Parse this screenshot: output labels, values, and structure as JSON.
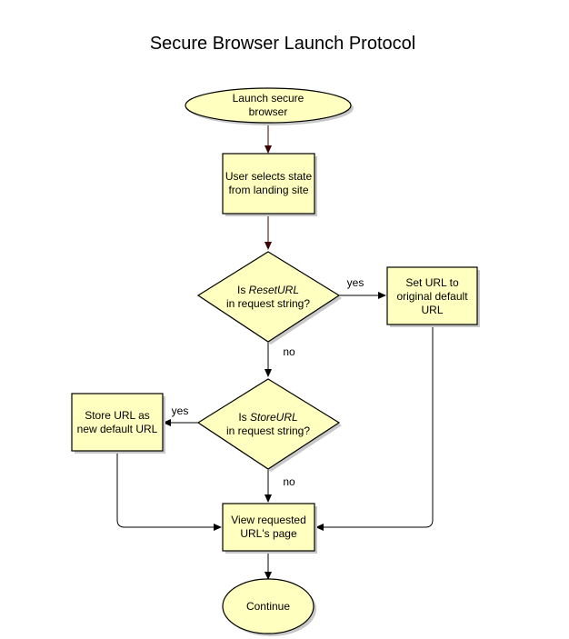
{
  "title": "Secure Browser Launch Protocol",
  "nodes": {
    "start": {
      "line1": "Launch secure",
      "line2": "browser"
    },
    "select_state": {
      "line1": "User selects state",
      "line2": "from landing site"
    },
    "reset_decision": {
      "line1_prefix": "Is ",
      "line1_em": "ResetURL",
      "line2": "in request string?"
    },
    "set_default": {
      "line1": "Set URL to",
      "line2": "original default",
      "line3": "URL"
    },
    "store_decision": {
      "line1_prefix": "Is ",
      "line1_em": "StoreURL",
      "line2": "in request string?"
    },
    "store_url": {
      "line1": "Store URL as",
      "line2": "new default URL"
    },
    "view_page": {
      "line1": "View requested",
      "line2": "URL's page"
    },
    "end": {
      "label": "Continue"
    }
  },
  "edges": {
    "reset_yes": "yes",
    "reset_no": "no",
    "store_yes": "yes",
    "store_no": "no"
  }
}
